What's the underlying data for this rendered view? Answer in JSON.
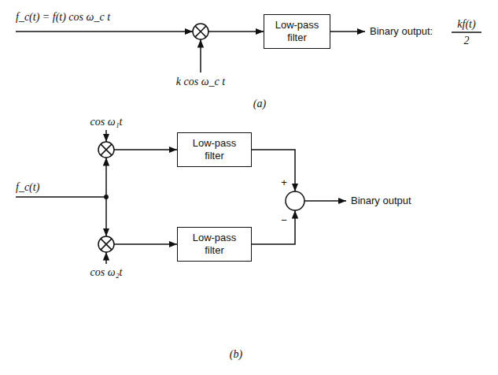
{
  "diagram": {
    "nodes": [
      {
        "text": [
          "Low-pass filter"
        ]
      },
      {
        "text": [
          "Low-pass filter"
        ]
      },
      {
        "text": [
          "Low-pass filter"
        ]
      }
    ],
    "labels": [
      "f_c(t) = f(t) cos ω_c t",
      "Binary output:",
      "kf(t)",
      "2",
      "k cos ω_c t",
      "(a)",
      "cos ω₁t",
      "f_c(t)",
      "cos ω₂t",
      "+",
      "−",
      "Binary output",
      "(b)"
    ]
  }
}
